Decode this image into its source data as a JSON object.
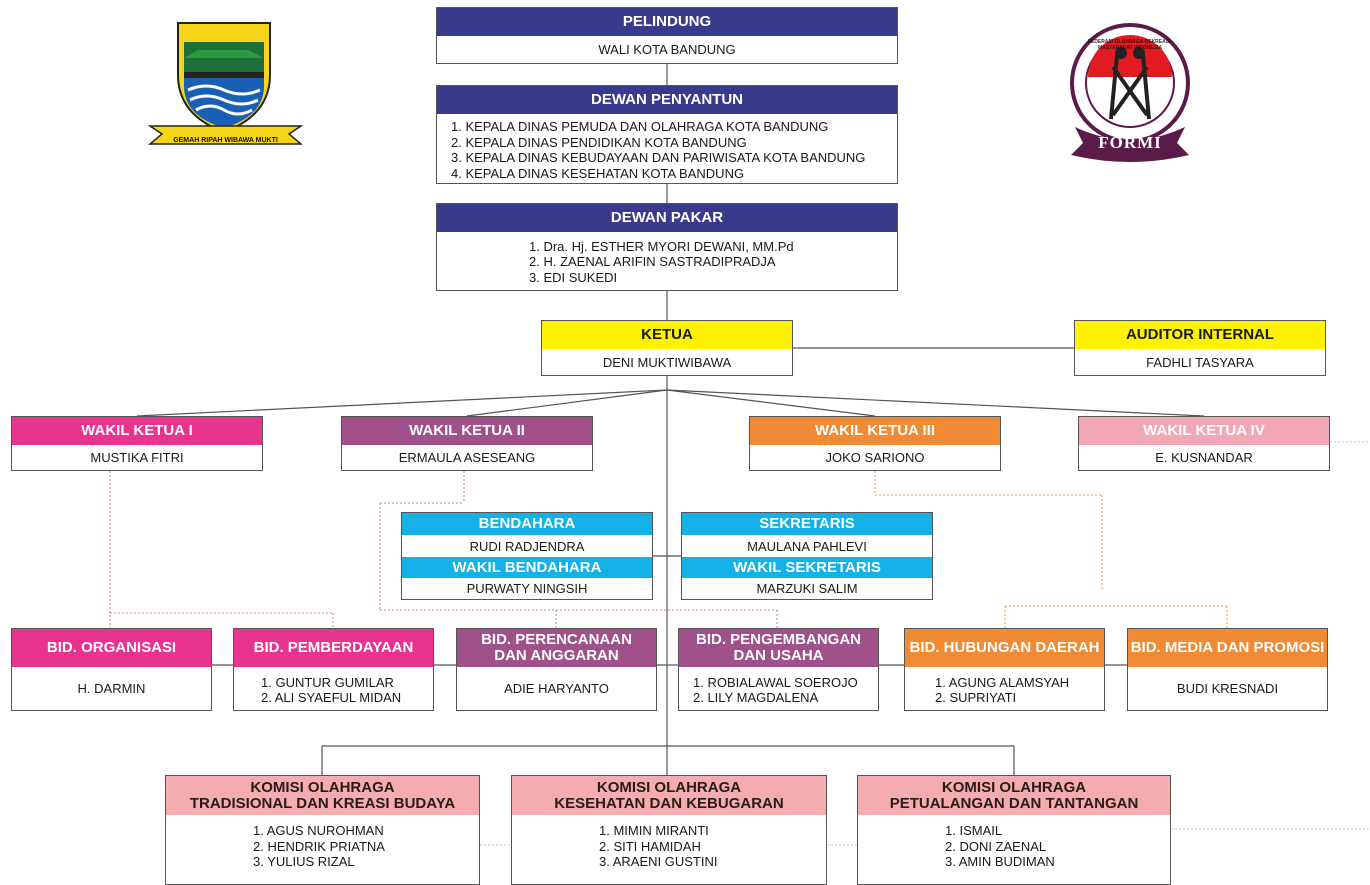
{
  "logos": {
    "bandung_motto": "GEMAH RIPAH WIBAWA MUKTI",
    "formi_ring": "FEDERASI OLAHRAGA REKREASI-MASYARAKAT INDONESIA",
    "formi_name": "FORMI"
  },
  "pelindung": {
    "title": "PELINDUNG",
    "body": "WALI KOTA BANDUNG"
  },
  "dewan_penyantun": {
    "title": "DEWAN PENYANTUN",
    "items": [
      "1. KEPALA DINAS PEMUDA DAN OLAHRAGA KOTA BANDUNG",
      "2. KEPALA DINAS PENDIDIKAN KOTA BANDUNG",
      "3. KEPALA DINAS KEBUDAYAAN DAN PARIWISATA KOTA BANDUNG",
      "4. KEPALA DINAS KESEHATAN KOTA BANDUNG"
    ]
  },
  "dewan_pakar": {
    "title": "DEWAN PAKAR",
    "items": [
      "1. Dra. Hj. ESTHER MYORI DEWANI, MM.Pd",
      "2. H. ZAENAL ARIFIN SASTRADIPRADJA",
      "3. EDI SUKEDI"
    ]
  },
  "ketua": {
    "title": "KETUA",
    "body": "DENI MUKTIWIBAWA"
  },
  "auditor": {
    "title": "AUDITOR INTERNAL",
    "body": "FADHLI TASYARA"
  },
  "wakil": [
    {
      "title": "WAKIL KETUA I",
      "body": "MUSTIKA FITRI"
    },
    {
      "title": "WAKIL KETUA II",
      "body": "ERMAULA ASESEANG"
    },
    {
      "title": "WAKIL KETUA III",
      "body": "JOKO SARIONO"
    },
    {
      "title": "WAKIL KETUA IV",
      "body": "E. KUSNANDAR"
    }
  ],
  "bendahara": {
    "title": "BENDAHARA",
    "body": "RUDI RADJENDRA",
    "wakil_title": "WAKIL BENDAHARA",
    "wakil_body": "PURWATY NINGSIH"
  },
  "sekretaris": {
    "title": "SEKRETARIS",
    "body": "MAULANA PAHLEVI",
    "wakil_title": "WAKIL SEKRETARIS",
    "wakil_body": "MARZUKI SALIM"
  },
  "bidang": [
    {
      "title": "BID. ORGANISASI",
      "items": [
        "H. DARMIN"
      ]
    },
    {
      "title": "BID. PEMBERDAYAAN",
      "items": [
        "1. GUNTUR GUMILAR",
        "2. ALI SYAEFUL MIDAN"
      ]
    },
    {
      "title": "BID. PERENCANAAN\nDAN ANGGARAN",
      "items": [
        "ADIE HARYANTO"
      ]
    },
    {
      "title": "BID. PENGEMBANGAN\nDAN USAHA",
      "items": [
        "1. ROBIALAWAL SOEROJO",
        "2. LILY MAGDALENA"
      ]
    },
    {
      "title": "BID. HUBUNGAN DAERAH",
      "items": [
        "1. AGUNG ALAMSYAH",
        "2. SUPRIYATI"
      ]
    },
    {
      "title": "BID. MEDIA DAN PROMOSI",
      "items": [
        "BUDI KRESNADI"
      ]
    }
  ],
  "komisi": [
    {
      "title": "KOMISI OLAHRAGA\nTRADISIONAL DAN KREASI BUDAYA",
      "items": [
        "1. AGUS NUROHMAN",
        "2. HENDRIK PRIATNA",
        "3. YULIUS RIZAL"
      ]
    },
    {
      "title": "KOMISI OLAHRAGA\nKESEHATAN DAN KEBUGARAN",
      "items": [
        "1. MIMIN MIRANTI",
        "2. SITI HAMIDAH",
        "3. ARAENI GUSTINI"
      ]
    },
    {
      "title": "KOMISI OLAHRAGA\nPETUALANGAN DAN TANTANGAN",
      "items": [
        "1. ISMAIL",
        "2. DONI ZAENAL",
        "3. AMIN BUDIMAN"
      ]
    }
  ]
}
